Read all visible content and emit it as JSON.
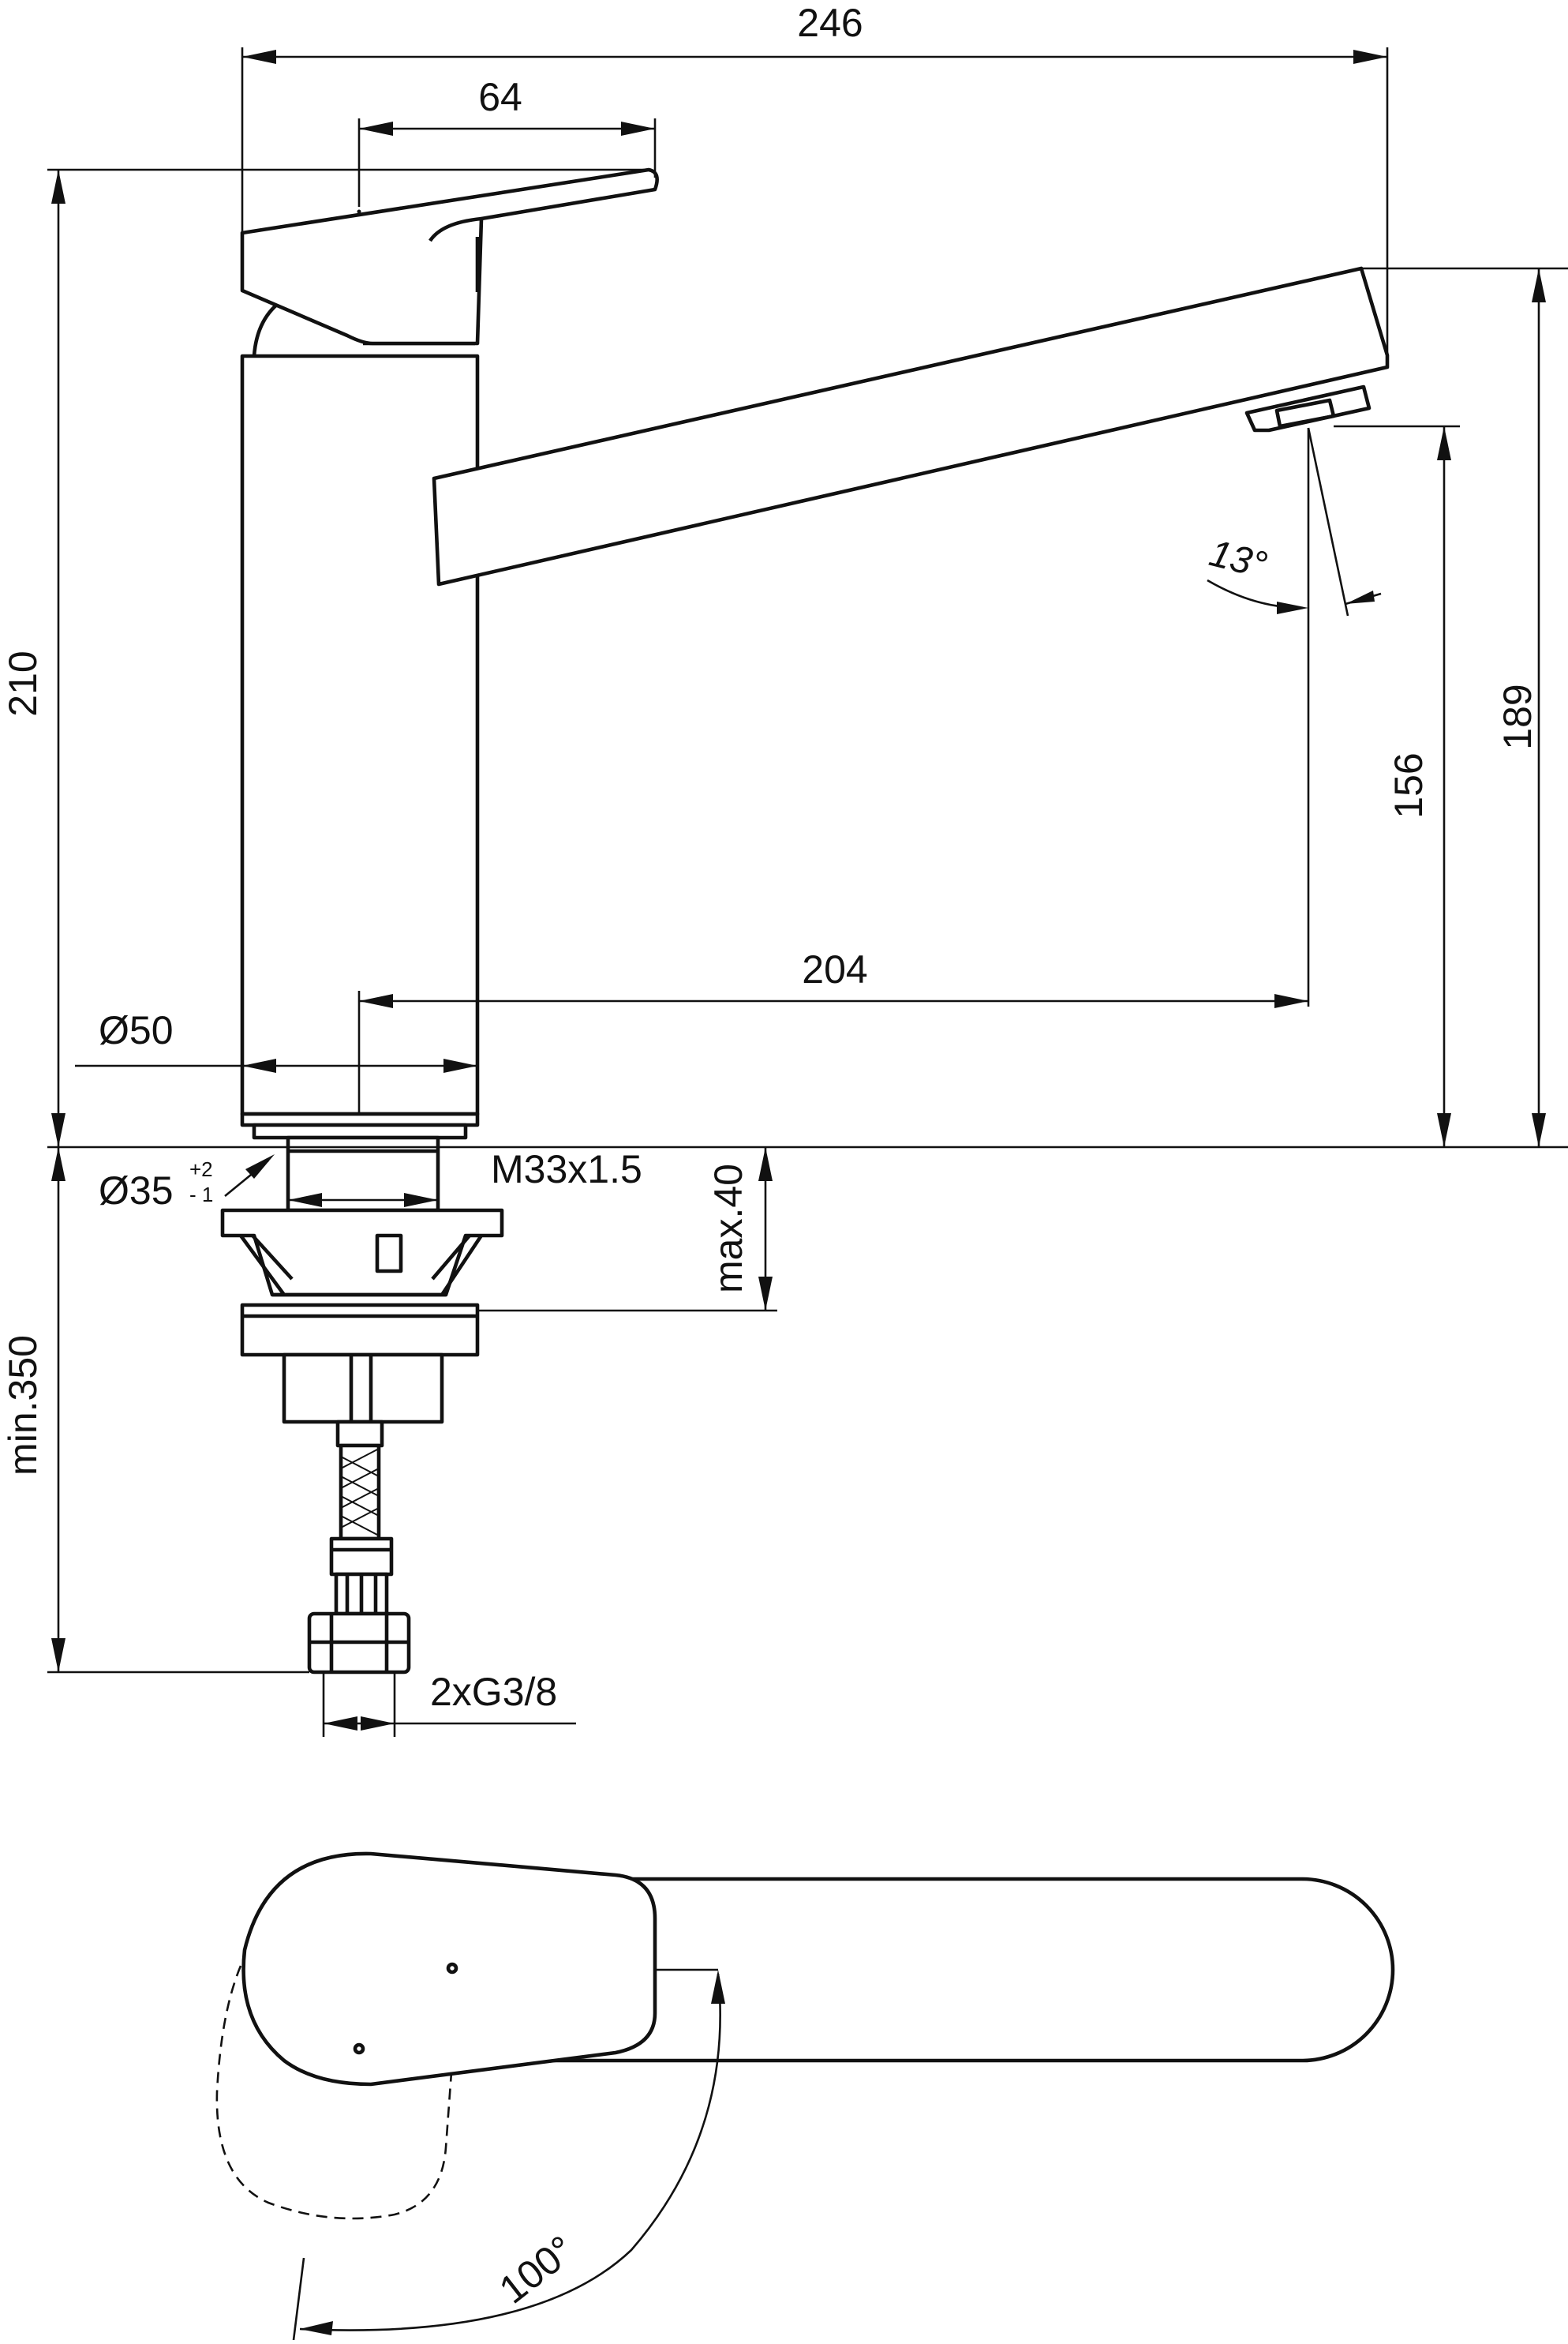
{
  "dimensions": {
    "total_length": "246",
    "handle_length": "64",
    "total_height": "210",
    "spout_height_top": "189",
    "spout_clearance": "156",
    "spout_reach": "204",
    "body_diameter": "Ø50",
    "hole_diameter": "Ø35",
    "hole_tol_plus": "+2",
    "hole_tol_minus": "- 1",
    "thread": "M33x1.5",
    "max_counter_thickness": "max.40",
    "min_hose_length": "min.350",
    "connection": "2xG3/8",
    "spout_angle": "13°",
    "swivel_angle": "100°"
  },
  "views": [
    "side-elevation",
    "top-plan"
  ]
}
